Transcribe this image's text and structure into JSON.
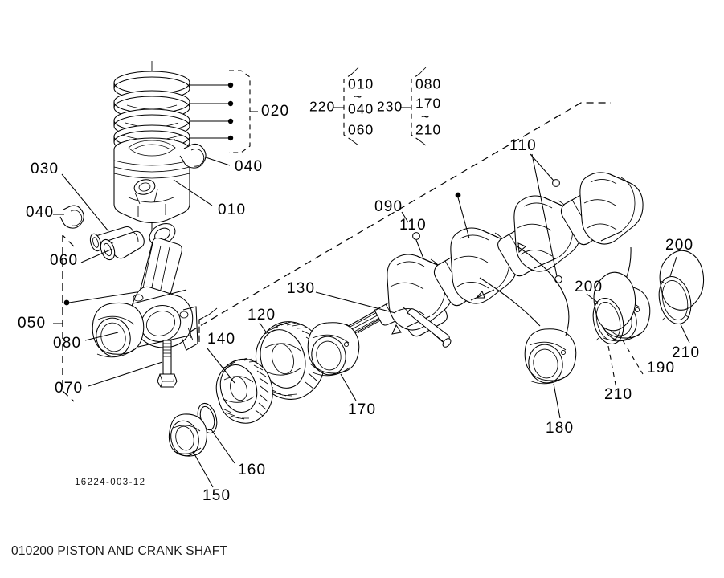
{
  "document": {
    "caption": "010200 PISTON AND CRANK SHAFT",
    "figure_number": "010200",
    "figure_title": "PISTON AND CRANK SHAFT",
    "drawing_number": "16224-003-12",
    "sheet_background": "#ffffff",
    "line_color": "#000000"
  },
  "callouts": {
    "piston_assembly": {
      "rings": "020",
      "piston": "010",
      "piston_pin": "030",
      "snap_ring_top": "040",
      "snap_ring_left": "040"
    },
    "connecting_rod_group": {
      "group": "050",
      "bushing": "060",
      "bolt": "070",
      "bearing": "080"
    },
    "crankshaft_group": {
      "crankshaft": "090",
      "plug_left": "110",
      "plug_right": "110",
      "key": "130"
    },
    "gear_group": {
      "group": "120",
      "gear_small": "140",
      "collar": "150",
      "o_ring": "160",
      "bearing_front": "170",
      "bearing_rear": "170",
      "bearing_center": "180",
      "bearing_190": "190",
      "thrust_upper_left": "200",
      "thrust_upper_right": "200",
      "thrust_lower_left": "210",
      "thrust_lower_right": "210"
    },
    "reference_boxes": [
      {
        "label": "220",
        "items": [
          "010",
          "~",
          "040",
          "060"
        ],
        "line1": "010",
        "tilde1": "~",
        "line2": "040",
        "line3": "060"
      },
      {
        "label": "230",
        "items": [
          "080",
          "170",
          "~",
          "210"
        ],
        "line1": "080",
        "line2": "170",
        "tilde1": "~",
        "line3": "210"
      }
    ]
  },
  "labels": {
    "n010": "010",
    "n020": "020",
    "n030": "030",
    "n040": "040",
    "n050": "050",
    "n060": "060",
    "n070": "070",
    "n080": "080",
    "n090": "090",
    "n110": "110",
    "n120": "120",
    "n130": "130",
    "n140": "140",
    "n150": "150",
    "n160": "160",
    "n170": "170",
    "n180": "180",
    "n190": "190",
    "n200": "200",
    "n210": "210",
    "n220": "220",
    "n230": "230",
    "tilde": "⁓"
  }
}
